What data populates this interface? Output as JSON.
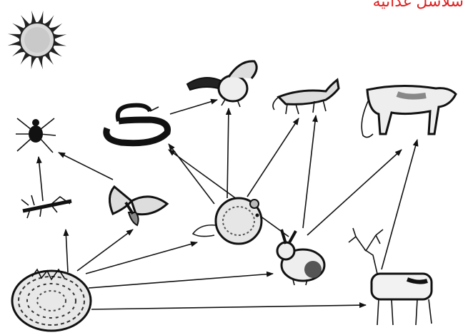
{
  "title": "سلاسل غذائية",
  "organisms": [
    {
      "id": "sun",
      "name": "sun"
    },
    {
      "id": "bush",
      "name": "bush"
    },
    {
      "id": "grasshopper",
      "name": "grasshopper"
    },
    {
      "id": "butterfly",
      "name": "butterfly"
    },
    {
      "id": "spider",
      "name": "spider"
    },
    {
      "id": "mouse",
      "name": "mouse"
    },
    {
      "id": "rabbit",
      "name": "rabbit"
    },
    {
      "id": "deer",
      "name": "deer"
    },
    {
      "id": "snake",
      "name": "snake"
    },
    {
      "id": "owl",
      "name": "owl"
    },
    {
      "id": "fox",
      "name": "fox"
    },
    {
      "id": "cougar",
      "name": "cougar"
    }
  ],
  "arrows": [
    {
      "from": "bush",
      "to": "grasshopper"
    },
    {
      "from": "bush",
      "to": "butterfly"
    },
    {
      "from": "bush",
      "to": "mouse"
    },
    {
      "from": "bush",
      "to": "rabbit"
    },
    {
      "from": "bush",
      "to": "deer"
    },
    {
      "from": "grasshopper",
      "to": "spider"
    },
    {
      "from": "butterfly",
      "to": "spider"
    },
    {
      "from": "mouse",
      "to": "snake"
    },
    {
      "from": "mouse",
      "to": "owl"
    },
    {
      "from": "mouse",
      "to": "fox"
    },
    {
      "from": "rabbit",
      "to": "snake"
    },
    {
      "from": "rabbit",
      "to": "fox"
    },
    {
      "from": "rabbit",
      "to": "cougar"
    },
    {
      "from": "deer",
      "to": "cougar"
    },
    {
      "from": "snake",
      "to": "owl"
    }
  ]
}
